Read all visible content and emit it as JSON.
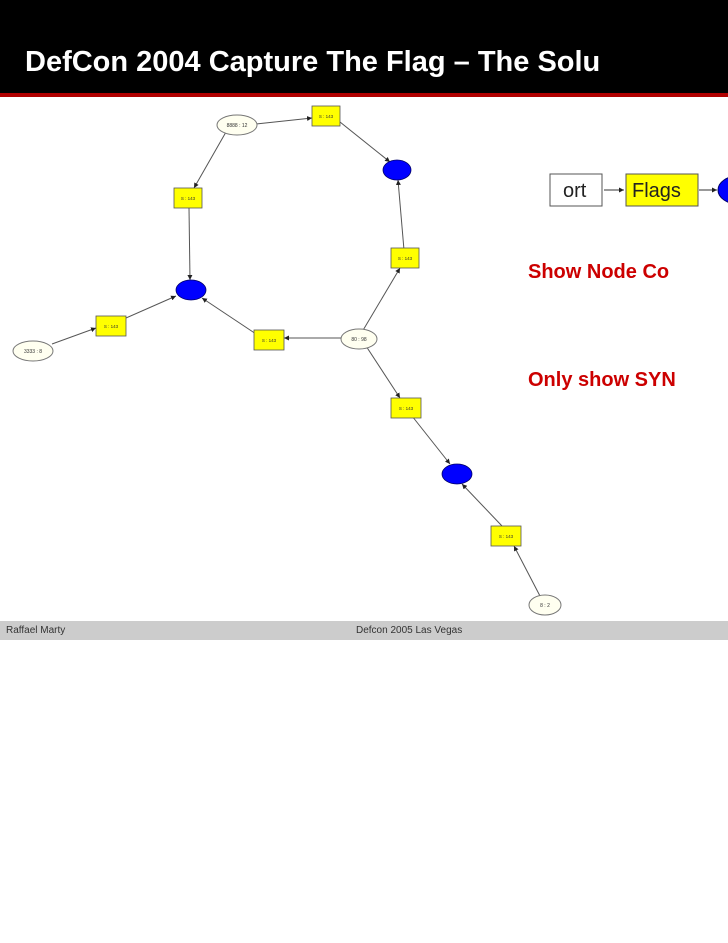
{
  "slide": {
    "title": "DefCon 2004 Capture The Flag – The Solu",
    "show_node_counts": "Show Node Co",
    "only_show_syn": "Only show SYN"
  },
  "legend": {
    "port_label": "ort",
    "flags_label": "Flags"
  },
  "graph": {
    "edge_label": "S : 143",
    "nodes": {
      "n8888": "8888 : 12",
      "n3333": "3333 : 8",
      "n80": "80 : 98",
      "n8": "8 : 2"
    }
  },
  "footer": {
    "author": "Raffael Marty",
    "event": "Defcon 2005 Las Vegas"
  },
  "colors": {
    "title_bar": "#000000",
    "accent_red": "#cc0000",
    "flag_box": "#ffff00",
    "target_node": "#0000ff",
    "port_node": "#fffff0",
    "footer_bg": "#cccccc"
  }
}
